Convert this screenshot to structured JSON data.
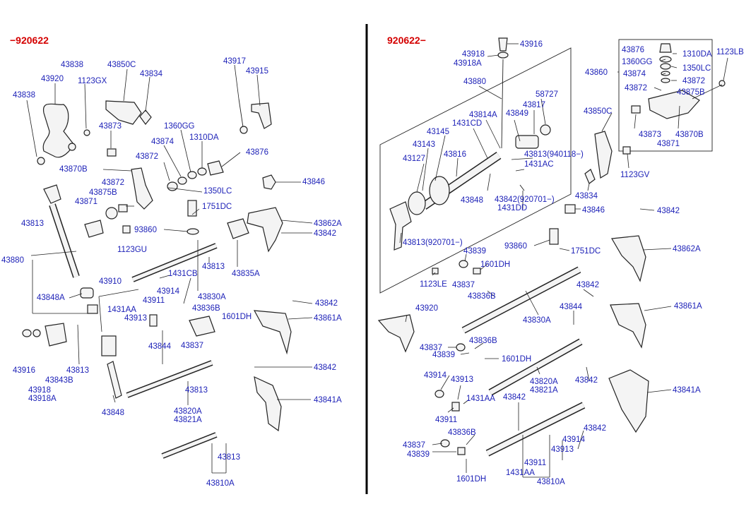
{
  "headers": {
    "left": "−920622",
    "right": "920622−"
  },
  "labels": {
    "L_43838a": "43838",
    "L_43920": "43920",
    "L_1123GX": "1123GX",
    "L_43838b": "43838",
    "L_43850C": "43850C",
    "L_43834": "43834",
    "L_43917": "43917",
    "L_43915": "43915",
    "L_43873": "43873",
    "L_1360GG": "1360GG",
    "L_1310DA": "1310DA",
    "L_43874": "43874",
    "L_43876": "43876",
    "L_43872a": "43872",
    "L_43870B": "43870B",
    "L_43872b": "43872",
    "L_43875B": "43875B",
    "L_43846": "43846",
    "L_1350LC": "1350LC",
    "L_43871": "43871",
    "L_1751DC": "1751DC",
    "L_43862A": "43862A",
    "L_43842a": "43842",
    "L_43813a": "43813",
    "L_93860": "93860",
    "L_1123GU": "1123GU",
    "L_43880": "43880",
    "L_43813b": "43813",
    "L_43835A": "43835A",
    "L_1431CB": "1431CB",
    "L_43910": "43910",
    "L_43914": "43914",
    "L_43830A": "43830A",
    "L_43848A": "43848A",
    "L_1431AA": "1431AA",
    "L_43911": "43911",
    "L_43836B": "43836B",
    "L_43842b": "43842",
    "L_43913": "43913",
    "L_1601DH": "1601DH",
    "L_43861A": "43861A",
    "L_43837": "43837",
    "L_43844": "43844",
    "L_43916": "43916",
    "L_43843B": "43843B",
    "L_43813c": "43813",
    "L_43918": "43918",
    "L_43918A": "43918A",
    "L_43842c": "43842",
    "L_43848": "43848",
    "L_43813d": "43813",
    "L_43841A": "43841A",
    "L_43820A": "43820A",
    "L_43821A": "43821A",
    "L_43813e": "43813",
    "L_43810A": "43810A",
    "R_43916": "43916",
    "R_43918": "43918",
    "R_43918A": "43918A",
    "R_43880": "43880",
    "R_58727": "58727",
    "R_43817": "43817",
    "R_43849": "43849",
    "R_43814A": "43814A",
    "R_1431CD": "1431CD",
    "R_43145": "43145",
    "R_43143": "43143",
    "R_43127": "43127",
    "R_43816": "43816",
    "R_43813_940118": "43813(940118−)",
    "R_1431AC": "1431AC",
    "R_43848": "43848",
    "R_43842_920701": "43842(920701−)",
    "R_1431DD": "1431DD",
    "R_43813_920701": "43813(920701−)",
    "R_43876": "43876",
    "R_1310DA": "1310DA",
    "R_1123LB": "1123LB",
    "R_1360GG": "1360GG",
    "R_1350LC": "1350LC",
    "R_43860": "43860",
    "R_43874": "43874",
    "R_43872a": "43872",
    "R_43872b": "43872",
    "R_43875B": "43875B",
    "R_43850C": "43850C",
    "R_43873": "43873",
    "R_43870B": "43870B",
    "R_43871": "43871",
    "R_1123GV": "1123GV",
    "R_43834": "43834",
    "R_43846": "43846",
    "R_43842a": "43842",
    "R_93860": "93860",
    "R_1751DC": "1751DC",
    "R_43862A": "43862A",
    "R_43839a": "43839",
    "R_1601DHa": "1601DH",
    "R_43837a": "43837",
    "R_1123LE": "1123LE",
    "R_43836Ba": "43836B",
    "R_43842b": "43842",
    "R_43861A": "43861A",
    "R_43920": "43920",
    "R_43830A": "43830A",
    "R_43844": "43844",
    "R_43837b": "43837",
    "R_43836Bb": "43836B",
    "R_43839b": "43839",
    "R_1601DHb": "1601DH",
    "R_43914": "43914",
    "R_43913": "43913",
    "R_1431AA": "1431AA",
    "R_43820A": "43820A",
    "R_43821A": "43821A",
    "R_43842c": "43842",
    "R_43841A": "43841A",
    "R_43911": "43911",
    "R_43842d": "43842",
    "R_43836Bc": "43836B",
    "R_43837c": "43837",
    "R_43839c": "43839",
    "R_43842e": "43842",
    "R_43914b": "43914",
    "R_43913b": "43913",
    "R_43911b": "43911",
    "R_1431AAb": "1431AA",
    "R_1601DHc": "1601DH",
    "R_43810A": "43810A"
  },
  "colors": {
    "label": "#1e22b8",
    "header": "#d40000",
    "line": "#222222",
    "divider": "#000000"
  }
}
